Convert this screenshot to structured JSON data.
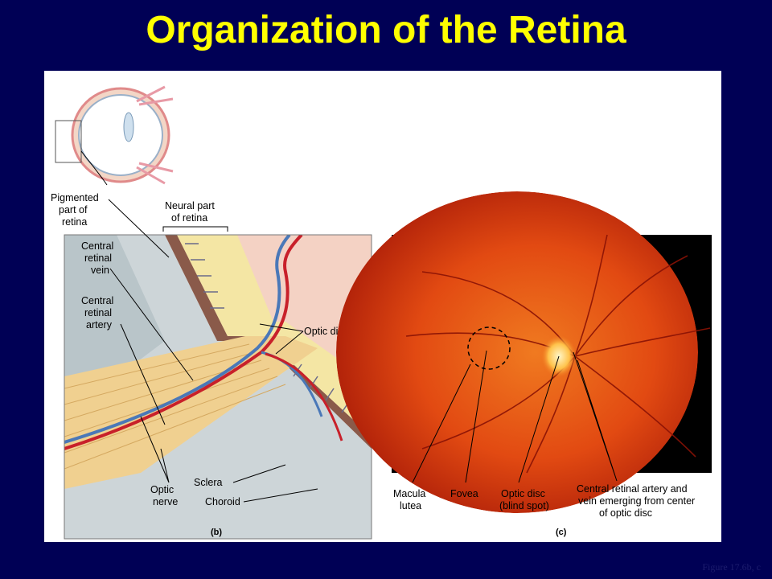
{
  "slide": {
    "title": "Organization of the Retina",
    "figure_ref": "Figure 17.6b, c"
  },
  "panel_b": {
    "panel_label": "(b)",
    "labels": {
      "pigmented_1": "Pigmented",
      "pigmented_2": "part of",
      "pigmented_3": "retina",
      "neural_1": "Neural part",
      "neural_2": "of retina",
      "vein_1": "Central",
      "vein_2": "retinal",
      "vein_3": "vein",
      "artery_1": "Central",
      "artery_2": "retinal",
      "artery_3": "artery",
      "optic_disc": "Optic disc",
      "optic_nerve_1": "Optic",
      "optic_nerve_2": "nerve",
      "sclera": "Sclera",
      "choroid": "Choroid"
    }
  },
  "panel_c": {
    "panel_label": "(c)",
    "labels": {
      "macula_1": "Macula",
      "macula_2": "lutea",
      "fovea": "Fovea",
      "disc_1": "Optic disc",
      "disc_2": "(blind spot)",
      "vessels_1": "Central retinal artery and",
      "vessels_2": "vein emerging from center",
      "vessels_3": "of optic disc"
    }
  },
  "colors": {
    "background": "#000055",
    "title": "#ffff00",
    "fundus_red": "#e24a12",
    "artery_red": "#c8202a",
    "vein_blue": "#4a78b8"
  }
}
